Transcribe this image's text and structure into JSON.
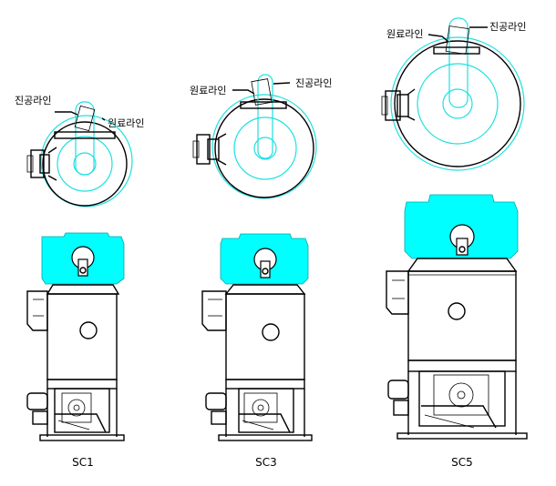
{
  "labels": {
    "vacuum_line": "진공라인",
    "material_line": "원료라인"
  },
  "models": [
    "SC1",
    "SC3",
    "SC5"
  ],
  "colors": {
    "hopper_cover": "#00ffff",
    "outline": "#000000",
    "guide_line": "#1ee0e0"
  }
}
